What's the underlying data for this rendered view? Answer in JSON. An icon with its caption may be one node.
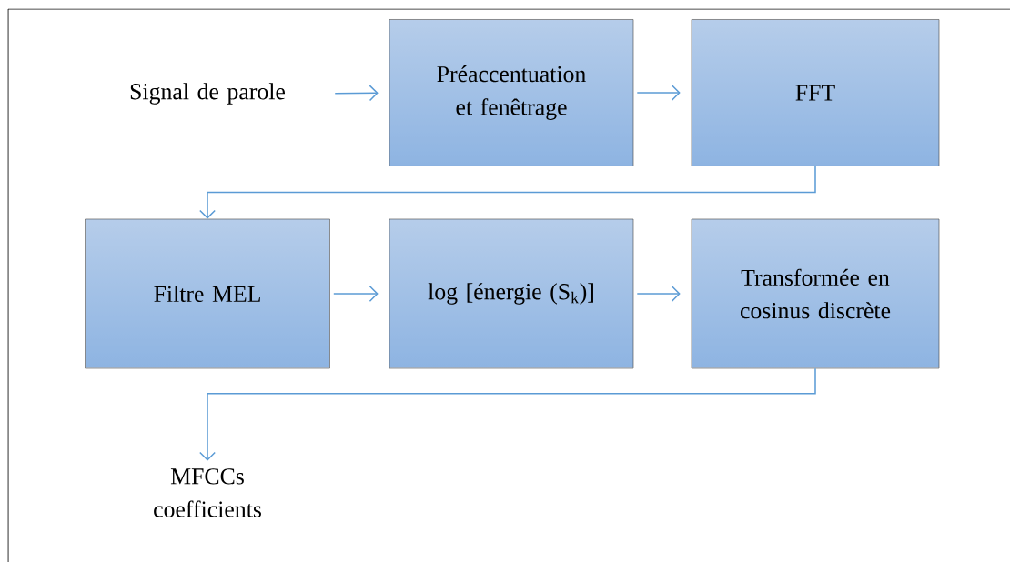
{
  "diagram": {
    "nodes": [
      {
        "text": [
          "Signal de  parole"
        ]
      },
      {
        "text": [
          "Préaccentuation et fenêtrage"
        ]
      },
      {
        "text": [
          "FFT"
        ]
      },
      {
        "text": [
          "Filtre MEL"
        ]
      },
      {
        "text": [
          "log [énergie (S$_{k}$)]"
        ]
      },
      {
        "text": [
          "Transformée en cosinus discrète"
        ]
      },
      {
        "text": [
          "MFCCs coefficients"
        ]
      }
    ],
    "edges": [
      {
        "from": 0,
        "to": 1,
        "arrow": "to"
      },
      {
        "from": 1,
        "to": 2,
        "arrow": "to"
      },
      {
        "from": 2,
        "to": 3,
        "arrow": "to"
      },
      {
        "from": 3,
        "to": 4,
        "arrow": "to"
      },
      {
        "from": 4,
        "to": 5,
        "arrow": "to"
      },
      {
        "from": 5,
        "to": 6,
        "arrow": "to"
      }
    ]
  }
}
